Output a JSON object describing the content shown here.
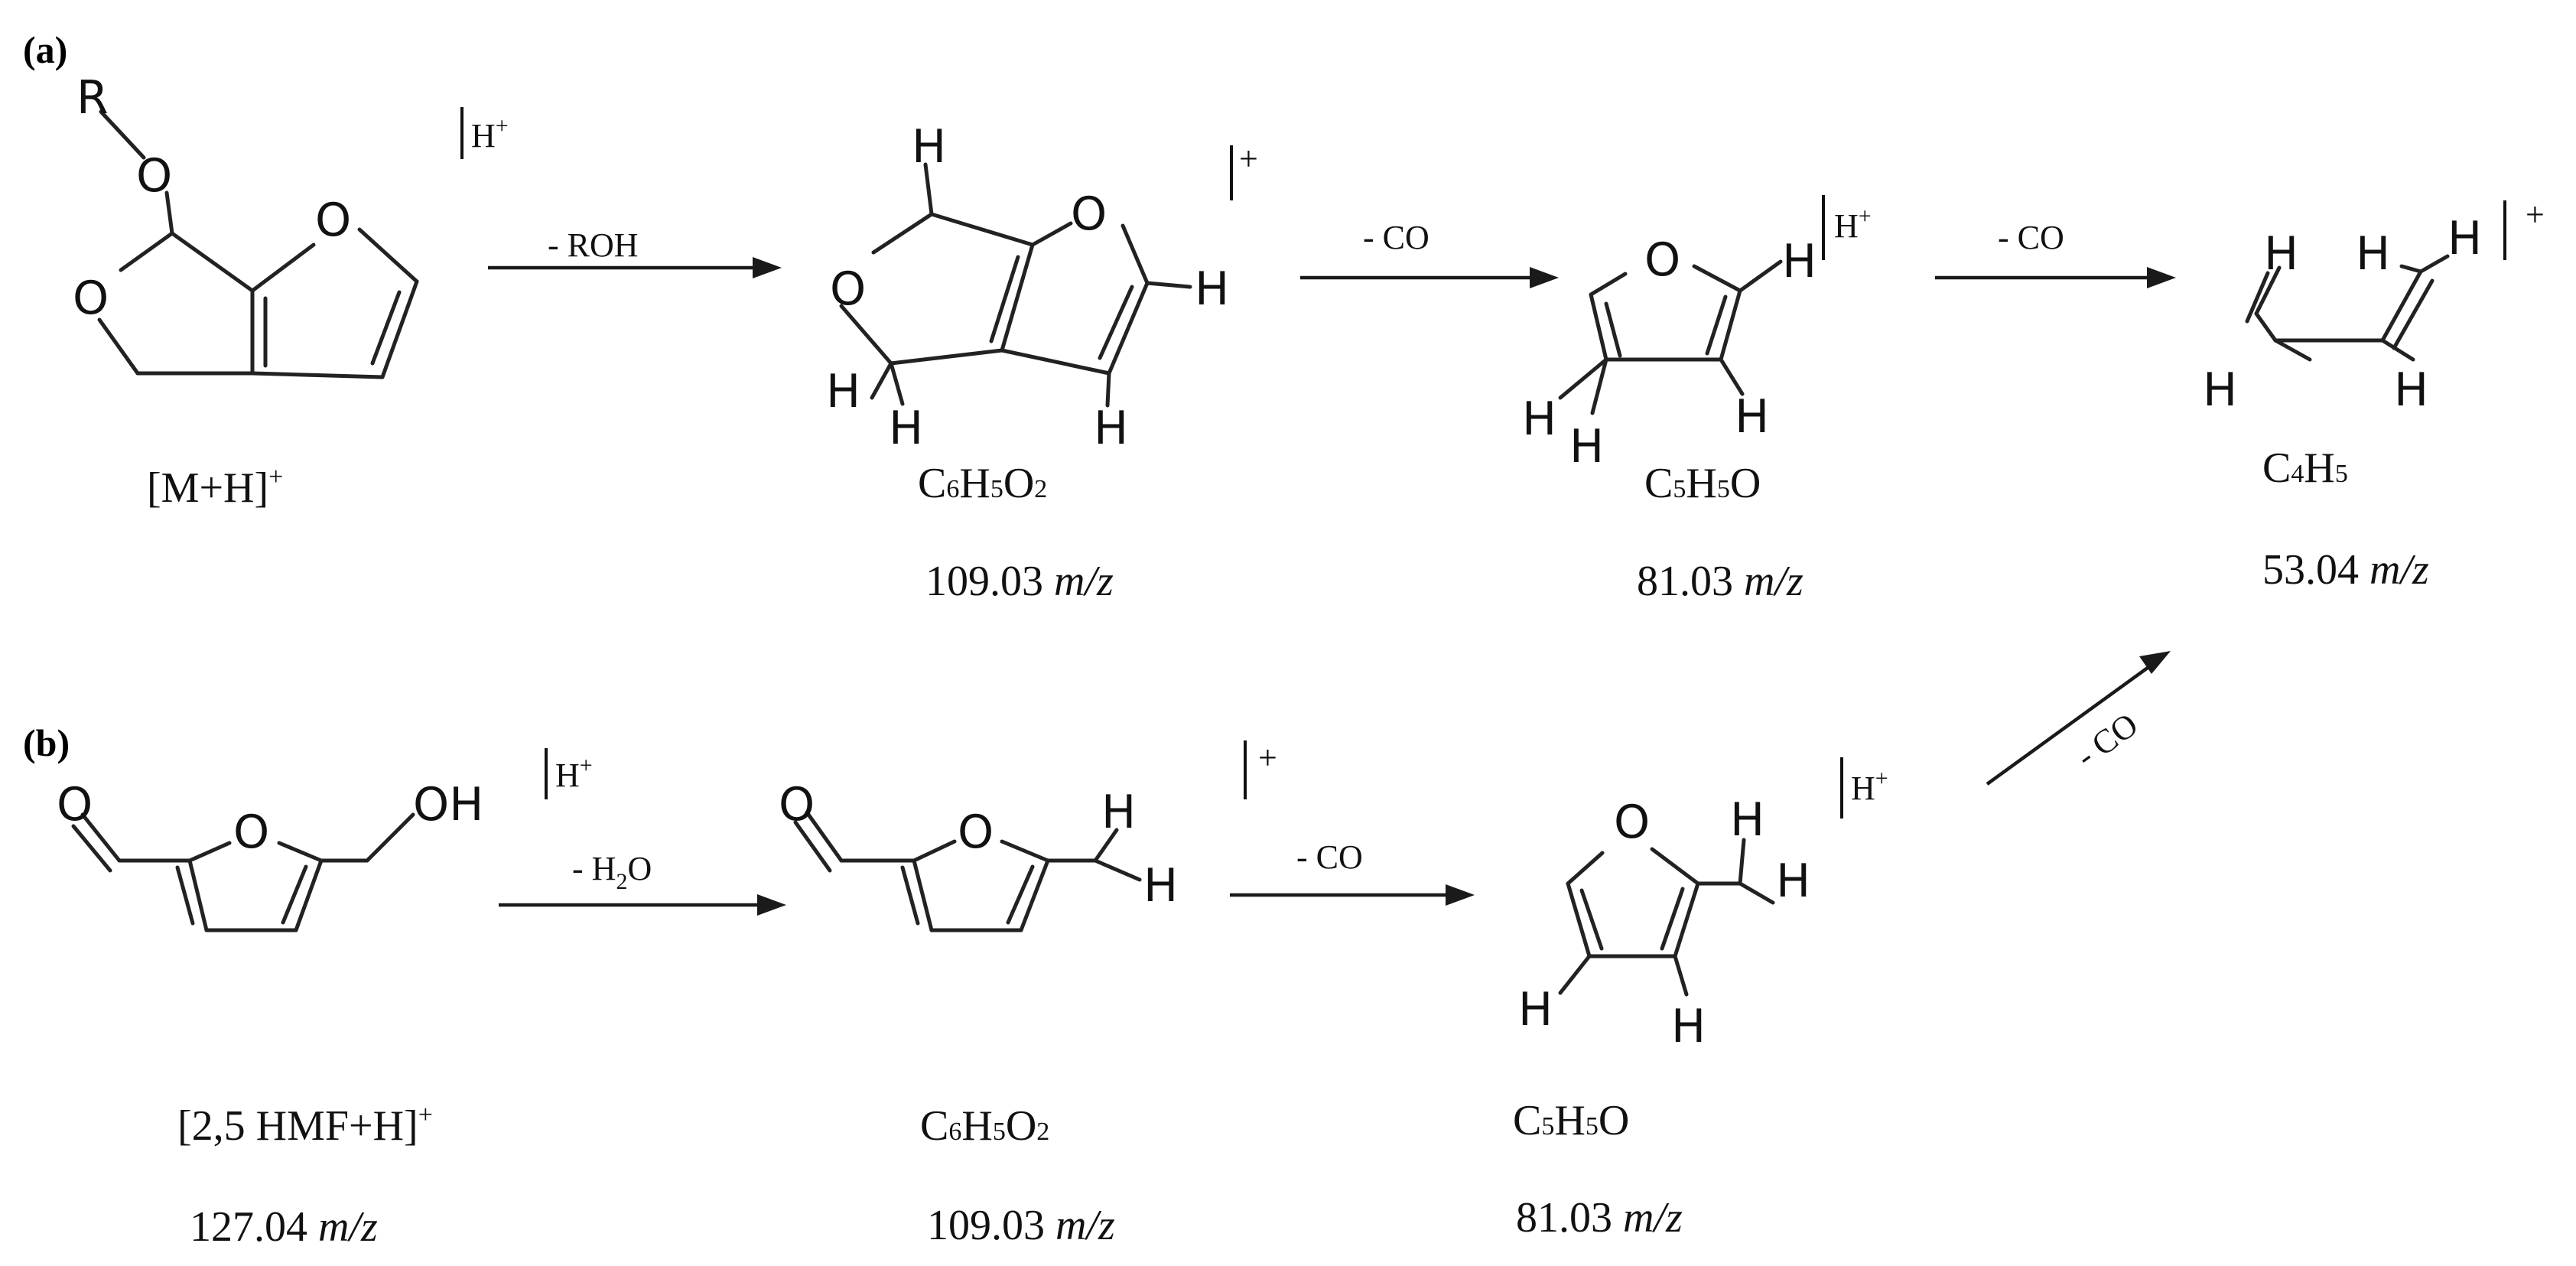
{
  "panel_a": {
    "label": "(a)",
    "start_label": "[M+H]",
    "start_sup": "+",
    "start_charge": "H",
    "start_charge_sup": "+",
    "step1_reagent": "- ROH",
    "intermediate1": {
      "formula_parts": [
        "C",
        "6",
        "H",
        "5",
        "O",
        "2"
      ],
      "mz_value": "109.03",
      "mz_unit": "m/z",
      "charge": "+"
    },
    "step2_reagent": "- CO",
    "intermediate2": {
      "formula_parts": [
        "C",
        "5",
        "H",
        "5",
        "O"
      ],
      "mz_value": "81.03",
      "mz_unit": "m/z",
      "charge": "H",
      "charge_sup": "+"
    },
    "step3_reagent": "- CO",
    "product": {
      "formula_parts": [
        "C",
        "4",
        "H",
        "5"
      ],
      "mz_value": "53.04",
      "mz_unit": "m/z",
      "charge": "+"
    }
  },
  "panel_b": {
    "label": "(b)",
    "start_label": "[2,5 HMF+H]",
    "start_sup": "+",
    "start_mz_value": "127.04",
    "start_mz_unit": "m/z",
    "start_charge": "H",
    "start_charge_sup": "+",
    "step1_reagent_main": "- H",
    "step1_reagent_sub": "2",
    "step1_reagent_tail": "O",
    "intermediate1": {
      "formula_parts": [
        "C",
        "6",
        "H",
        "5",
        "O",
        "2"
      ],
      "mz_value": "109.03",
      "mz_unit": "m/z",
      "charge": "+"
    },
    "step2_reagent": "- CO",
    "intermediate2": {
      "formula_parts": [
        "C",
        "5",
        "H",
        "5",
        "O"
      ],
      "mz_value": "81.03",
      "mz_unit": "m/z",
      "charge": "H",
      "charge_sup": "+"
    },
    "step3_reagent": "- CO"
  },
  "atoms": {
    "R": "R",
    "O": "O",
    "H": "H",
    "OH": "OH"
  }
}
